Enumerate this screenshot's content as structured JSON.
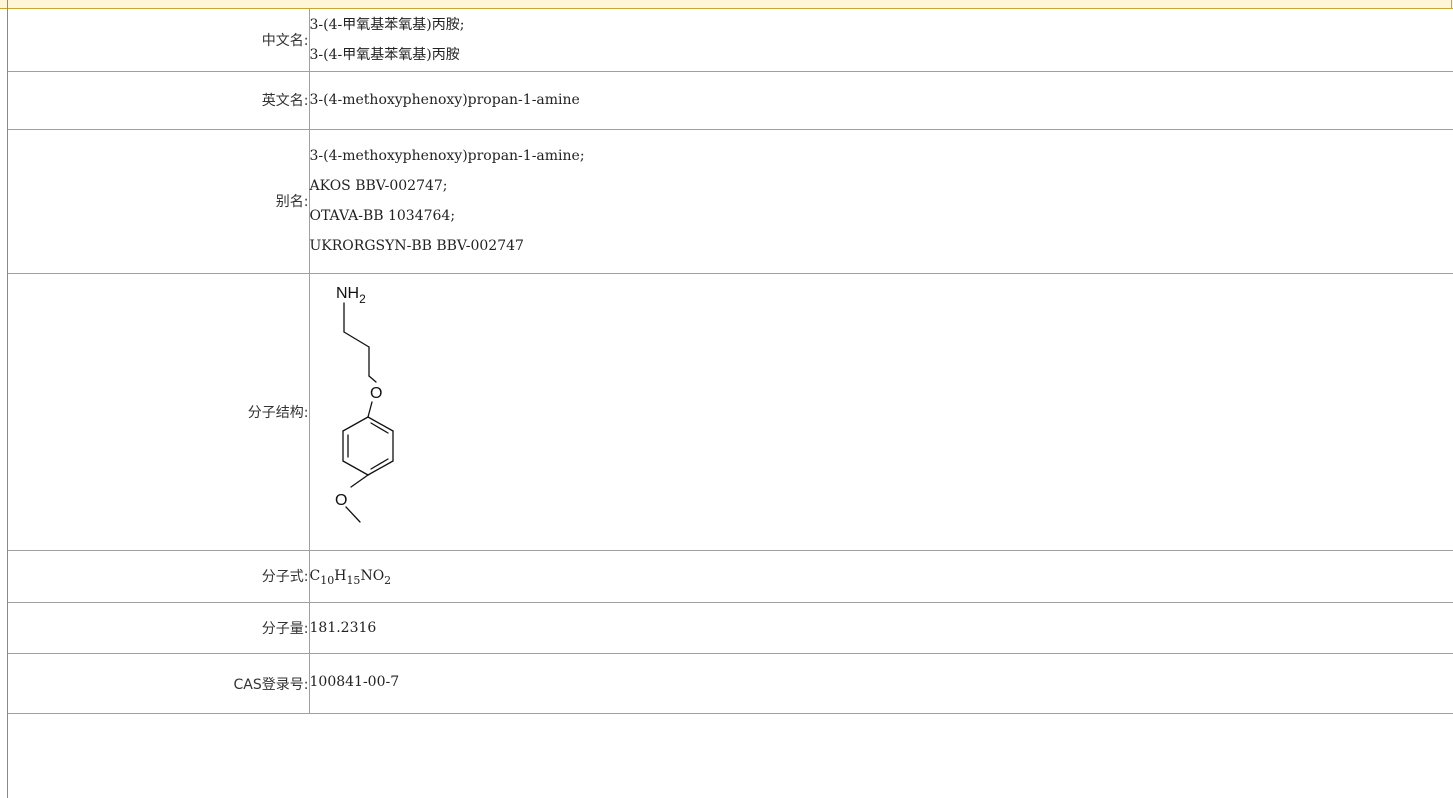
{
  "properties": {
    "chinese_name": {
      "label": "中文名:",
      "values": [
        "3-(4-甲氧基苯氧基)丙胺;",
        "3-(4-甲氧基苯氧基)丙胺"
      ]
    },
    "english_name": {
      "label": "英文名:",
      "value": "3-(4-methoxyphenoxy)propan-1-amine"
    },
    "aliases": {
      "label": "别名:",
      "values": [
        "3-(4-methoxyphenoxy)propan-1-amine;",
        "AKOS BBV-002747;",
        "OTAVA-BB 1034764;",
        "UKRORGSYN-BB BBV-002747"
      ]
    },
    "structure": {
      "label": "分子结构:",
      "atoms": {
        "amine": "NH",
        "amine_sub": "2",
        "ether_top": "O",
        "ether_bottom": "O"
      }
    },
    "formula": {
      "label": "分子式:",
      "parts": {
        "c": "C",
        "c_n": "10",
        "h": "H",
        "h_n": "15",
        "no": "NO",
        "o_n": "2"
      }
    },
    "molecular_weight": {
      "label": "分子量:",
      "value": "181.2316"
    },
    "cas": {
      "label": "CAS登录号:",
      "value": "100841-00-7"
    }
  }
}
